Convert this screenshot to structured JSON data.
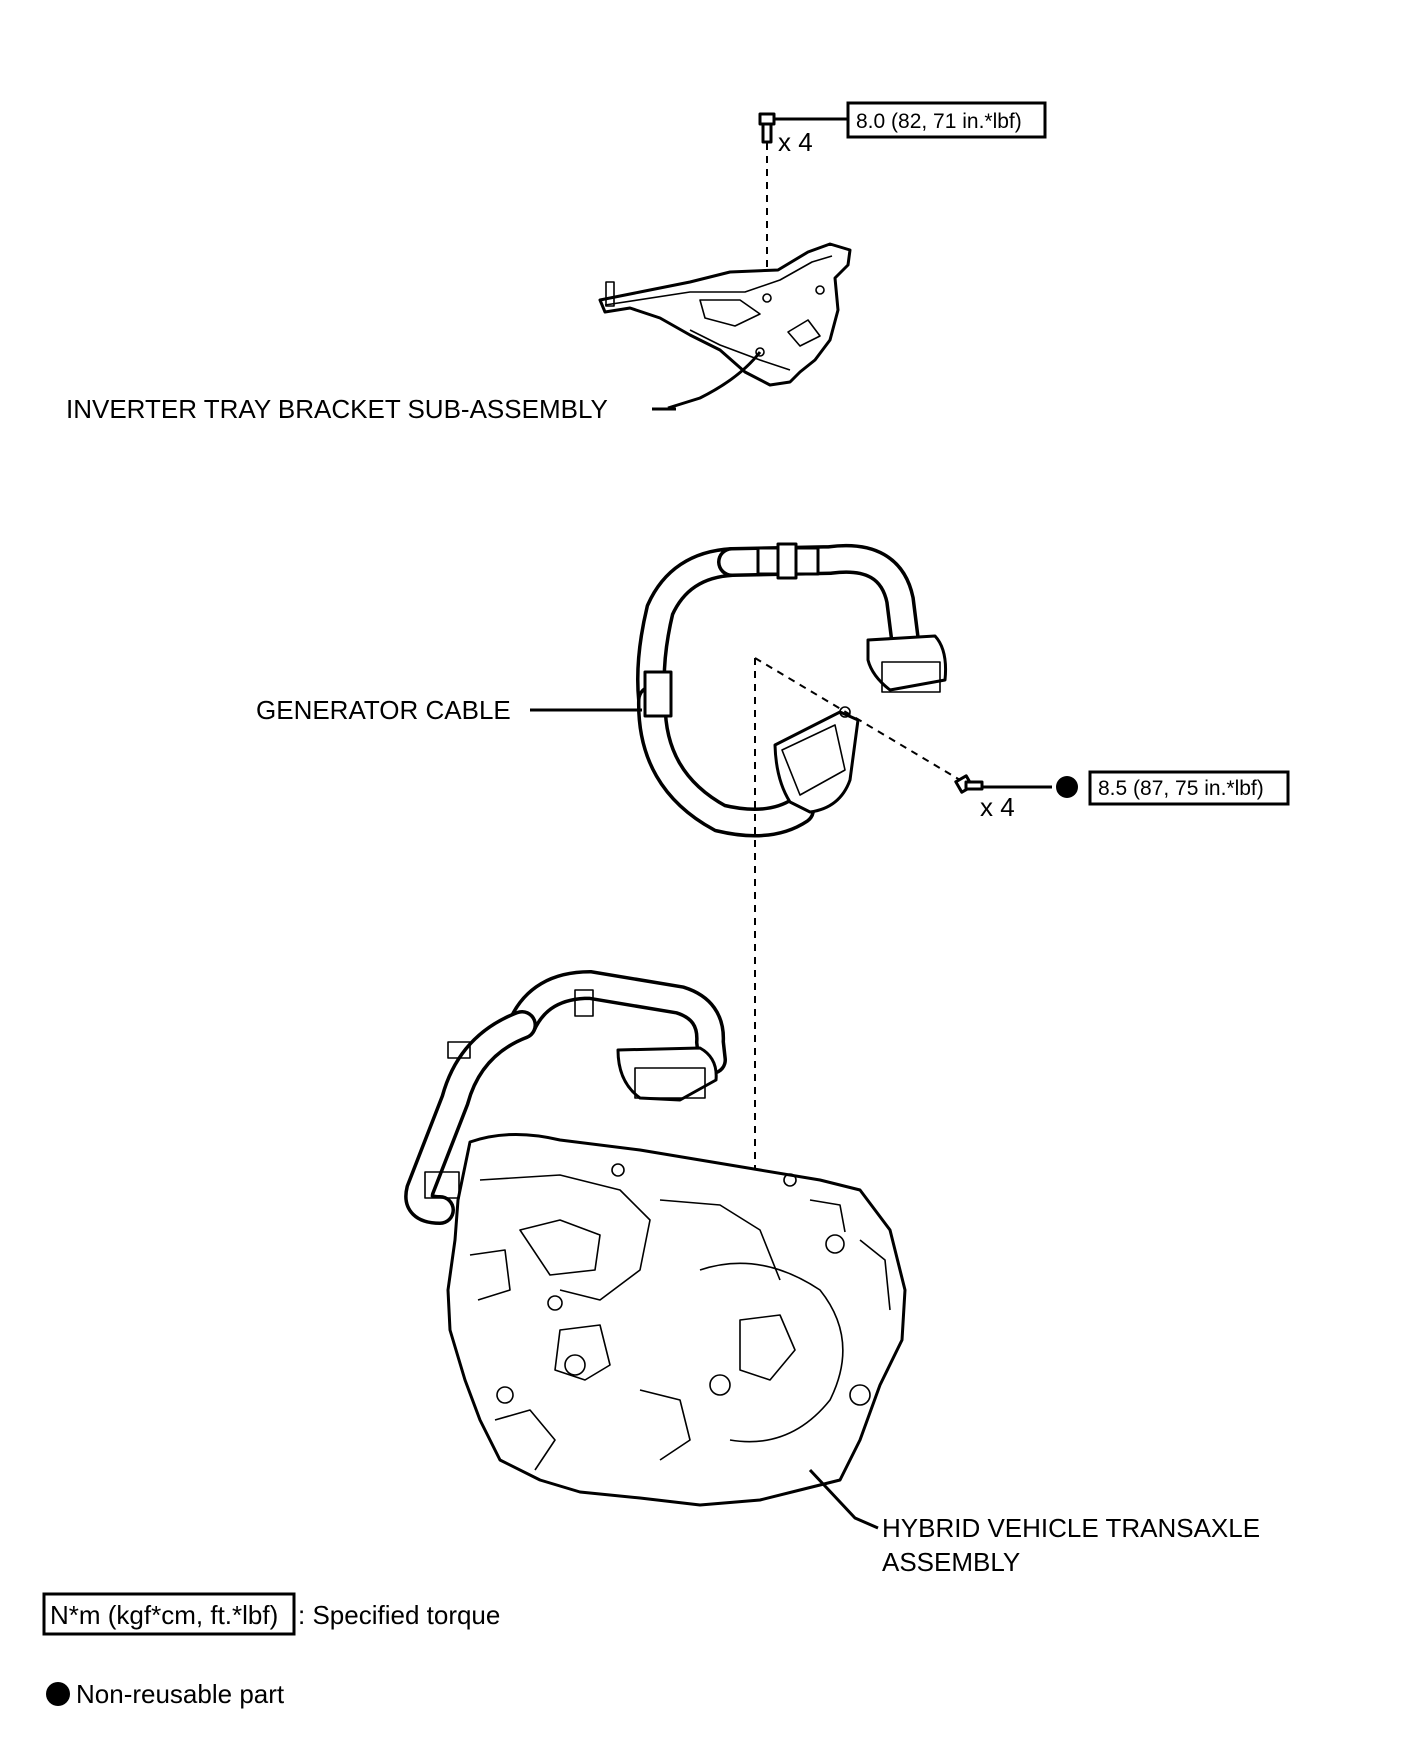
{
  "labels": {
    "inverter_bracket": "INVERTER TRAY BRACKET SUB-ASSEMBLY",
    "generator_cable": "GENERATOR CABLE",
    "transaxle_line1": "HYBRID VEHICLE TRANSAXLE",
    "transaxle_line2": "ASSEMBLY"
  },
  "torques": {
    "bracket_bolt": "8.0 (82, 71 in.*lbf)",
    "cable_bolt": "8.5 (87, 75 in.*lbf)"
  },
  "quantities": {
    "bracket_bolt": "x 4",
    "cable_bolt": "x 4"
  },
  "legend": {
    "torque_units": "N*m (kgf*cm, ft.*lbf)",
    "torque_desc": ": Specified torque",
    "nonreusable_desc": "Non-reusable part"
  }
}
